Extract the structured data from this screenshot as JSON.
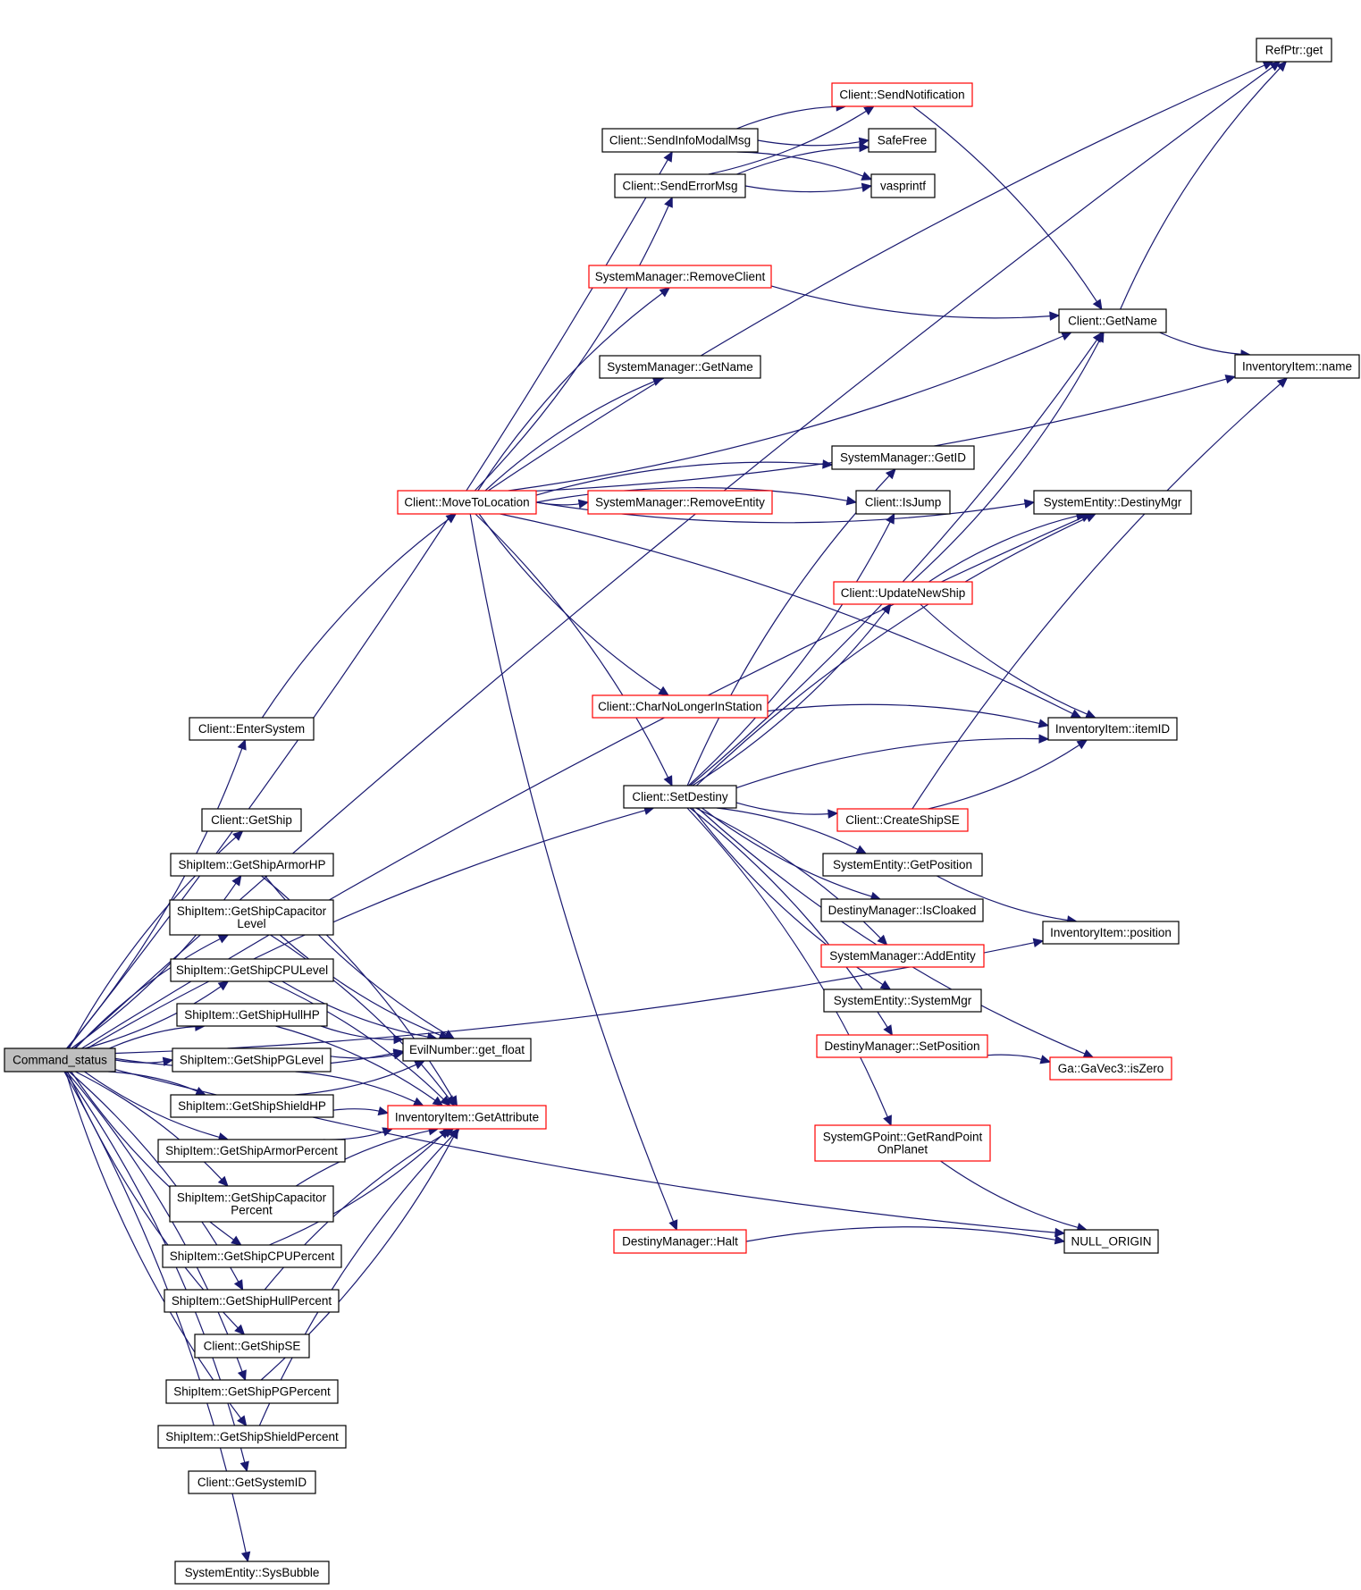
{
  "title": "Command_status call graph",
  "colors": {
    "edge": "#191970",
    "border_normal": "#000000",
    "border_truncated": "#ff0000",
    "root_fill": "#bfbfbf"
  },
  "nodes": [
    {
      "id": "command_status",
      "label": "Command_status",
      "kind": "root"
    },
    {
      "id": "refptr_get",
      "label": "RefPtr::get",
      "kind": "normal"
    },
    {
      "id": "send_notification",
      "label": "Client::SendNotification",
      "kind": "red"
    },
    {
      "id": "send_info_modal",
      "label": "Client::SendInfoModalMsg",
      "kind": "normal"
    },
    {
      "id": "safefree",
      "label": "SafeFree",
      "kind": "normal"
    },
    {
      "id": "send_error",
      "label": "Client::SendErrorMsg",
      "kind": "normal"
    },
    {
      "id": "vasprintf",
      "label": "vasprintf",
      "kind": "normal"
    },
    {
      "id": "sm_remove_client",
      "label": "SystemManager::RemoveClient",
      "kind": "red"
    },
    {
      "id": "client_getname",
      "label": "Client::GetName",
      "kind": "normal"
    },
    {
      "id": "sm_getname",
      "label": "SystemManager::GetName",
      "kind": "normal"
    },
    {
      "id": "inv_name",
      "label": "InventoryItem::name",
      "kind": "normal"
    },
    {
      "id": "sm_getid",
      "label": "SystemManager::GetID",
      "kind": "normal"
    },
    {
      "id": "move_to_location",
      "label": "Client::MoveToLocation",
      "kind": "red"
    },
    {
      "id": "sm_remove_entity",
      "label": "SystemManager::RemoveEntity",
      "kind": "red"
    },
    {
      "id": "is_jump",
      "label": "Client::IsJump",
      "kind": "normal"
    },
    {
      "id": "destiny_mgr",
      "label": "SystemEntity::DestinyMgr",
      "kind": "normal"
    },
    {
      "id": "update_new_ship",
      "label": "Client::UpdateNewShip",
      "kind": "red"
    },
    {
      "id": "char_no_longer",
      "label": "Client::CharNoLongerInStation",
      "kind": "red"
    },
    {
      "id": "inv_itemid",
      "label": "InventoryItem::itemID",
      "kind": "normal"
    },
    {
      "id": "enter_system",
      "label": "Client::EnterSystem",
      "kind": "normal"
    },
    {
      "id": "set_destiny",
      "label": "Client::SetDestiny",
      "kind": "normal"
    },
    {
      "id": "create_ship_se",
      "label": "Client::CreateShipSE",
      "kind": "red"
    },
    {
      "id": "get_ship",
      "label": "Client::GetShip",
      "kind": "normal"
    },
    {
      "id": "se_get_position",
      "label": "SystemEntity::GetPosition",
      "kind": "normal"
    },
    {
      "id": "armor_hp",
      "label": "ShipItem::GetShipArmorHP",
      "kind": "normal"
    },
    {
      "id": "dm_is_cloaked",
      "label": "DestinyManager::IsCloaked",
      "kind": "normal"
    },
    {
      "id": "cap_level",
      "label": "ShipItem::GetShipCapacitor\nLevel",
      "kind": "normal"
    },
    {
      "id": "inv_position",
      "label": "InventoryItem::position",
      "kind": "normal"
    },
    {
      "id": "sm_add_entity",
      "label": "SystemManager::AddEntity",
      "kind": "red"
    },
    {
      "id": "cpu_level",
      "label": "ShipItem::GetShipCPULevel",
      "kind": "normal"
    },
    {
      "id": "se_system_mgr",
      "label": "SystemEntity::SystemMgr",
      "kind": "normal"
    },
    {
      "id": "hull_hp",
      "label": "ShipItem::GetShipHullHP",
      "kind": "normal"
    },
    {
      "id": "get_float",
      "label": "EvilNumber::get_float",
      "kind": "normal"
    },
    {
      "id": "dm_set_position",
      "label": "DestinyManager::SetPosition",
      "kind": "red"
    },
    {
      "id": "pg_level",
      "label": "ShipItem::GetShipPGLevel",
      "kind": "normal"
    },
    {
      "id": "is_zero",
      "label": "Ga::GaVec3::isZero",
      "kind": "red"
    },
    {
      "id": "shield_hp",
      "label": "ShipItem::GetShipShieldHP",
      "kind": "normal"
    },
    {
      "id": "get_attribute",
      "label": "InventoryItem::GetAttribute",
      "kind": "red"
    },
    {
      "id": "armor_percent",
      "label": "ShipItem::GetShipArmorPercent",
      "kind": "normal"
    },
    {
      "id": "rand_point",
      "label": "SystemGPoint::GetRandPoint\nOnPlanet",
      "kind": "red"
    },
    {
      "id": "cap_percent",
      "label": "ShipItem::GetShipCapacitor\nPercent",
      "kind": "normal"
    },
    {
      "id": "dm_halt",
      "label": "DestinyManager::Halt",
      "kind": "red"
    },
    {
      "id": "null_origin",
      "label": "NULL_ORIGIN",
      "kind": "normal"
    },
    {
      "id": "cpu_percent",
      "label": "ShipItem::GetShipCPUPercent",
      "kind": "normal"
    },
    {
      "id": "hull_percent",
      "label": "ShipItem::GetShipHullPercent",
      "kind": "normal"
    },
    {
      "id": "get_ship_se",
      "label": "Client::GetShipSE",
      "kind": "normal"
    },
    {
      "id": "pg_percent",
      "label": "ShipItem::GetShipPGPercent",
      "kind": "normal"
    },
    {
      "id": "shield_percent",
      "label": "ShipItem::GetShipShieldPercent",
      "kind": "normal"
    },
    {
      "id": "get_system_id",
      "label": "Client::GetSystemID",
      "kind": "normal"
    },
    {
      "id": "sys_bubble",
      "label": "SystemEntity::SysBubble",
      "kind": "normal"
    }
  ],
  "edges": [
    [
      "command_status",
      "refptr_get"
    ],
    [
      "command_status",
      "send_info_modal"
    ],
    [
      "command_status",
      "destiny_mgr"
    ],
    [
      "command_status",
      "enter_system"
    ],
    [
      "command_status",
      "set_destiny"
    ],
    [
      "command_status",
      "get_float"
    ],
    [
      "command_status",
      "get_ship"
    ],
    [
      "command_status",
      "armor_hp"
    ],
    [
      "command_status",
      "cap_level"
    ],
    [
      "command_status",
      "cpu_level"
    ],
    [
      "command_status",
      "hull_hp"
    ],
    [
      "command_status",
      "pg_level"
    ],
    [
      "command_status",
      "shield_hp"
    ],
    [
      "command_status",
      "armor_percent"
    ],
    [
      "command_status",
      "cap_percent"
    ],
    [
      "command_status",
      "cpu_percent"
    ],
    [
      "command_status",
      "hull_percent"
    ],
    [
      "command_status",
      "get_ship_se"
    ],
    [
      "command_status",
      "pg_percent"
    ],
    [
      "command_status",
      "shield_percent"
    ],
    [
      "command_status",
      "get_system_id"
    ],
    [
      "command_status",
      "null_origin"
    ],
    [
      "command_status",
      "sys_bubble"
    ],
    [
      "command_status",
      "inv_position"
    ],
    [
      "send_info_modal",
      "send_notification"
    ],
    [
      "send_info_modal",
      "safefree"
    ],
    [
      "send_info_modal",
      "vasprintf"
    ],
    [
      "send_error",
      "send_notification"
    ],
    [
      "send_error",
      "safefree"
    ],
    [
      "send_error",
      "vasprintf"
    ],
    [
      "send_notification",
      "client_getname"
    ],
    [
      "sm_remove_client",
      "client_getname"
    ],
    [
      "client_getname",
      "refptr_get"
    ],
    [
      "client_getname",
      "inv_name"
    ],
    [
      "move_to_location",
      "refptr_get"
    ],
    [
      "move_to_location",
      "send_error"
    ],
    [
      "move_to_location",
      "sm_remove_client"
    ],
    [
      "move_to_location",
      "client_getname"
    ],
    [
      "move_to_location",
      "sm_getname"
    ],
    [
      "move_to_location",
      "inv_name"
    ],
    [
      "move_to_location",
      "sm_getid"
    ],
    [
      "move_to_location",
      "sm_remove_entity"
    ],
    [
      "move_to_location",
      "is_jump"
    ],
    [
      "move_to_location",
      "destiny_mgr"
    ],
    [
      "move_to_location",
      "inv_itemid"
    ],
    [
      "move_to_location",
      "char_no_longer"
    ],
    [
      "move_to_location",
      "set_destiny"
    ],
    [
      "move_to_location",
      "dm_halt"
    ],
    [
      "enter_system",
      "move_to_location"
    ],
    [
      "update_new_ship",
      "client_getname"
    ],
    [
      "update_new_ship",
      "destiny_mgr"
    ],
    [
      "update_new_ship",
      "inv_itemid"
    ],
    [
      "char_no_longer",
      "inv_itemid"
    ],
    [
      "set_destiny",
      "client_getname"
    ],
    [
      "set_destiny",
      "sm_getid"
    ],
    [
      "set_destiny",
      "is_jump"
    ],
    [
      "set_destiny",
      "destiny_mgr"
    ],
    [
      "set_destiny",
      "update_new_ship"
    ],
    [
      "set_destiny",
      "inv_itemid"
    ],
    [
      "set_destiny",
      "create_ship_se"
    ],
    [
      "set_destiny",
      "se_get_position"
    ],
    [
      "set_destiny",
      "dm_is_cloaked"
    ],
    [
      "set_destiny",
      "sm_add_entity"
    ],
    [
      "set_destiny",
      "se_system_mgr"
    ],
    [
      "set_destiny",
      "dm_set_position"
    ],
    [
      "set_destiny",
      "is_zero"
    ],
    [
      "set_destiny",
      "rand_point"
    ],
    [
      "create_ship_se",
      "inv_itemid"
    ],
    [
      "create_ship_se",
      "inv_name"
    ],
    [
      "se_get_position",
      "inv_position"
    ],
    [
      "dm_set_position",
      "is_zero"
    ],
    [
      "rand_point",
      "null_origin"
    ],
    [
      "dm_halt",
      "null_origin"
    ],
    [
      "armor_hp",
      "get_float"
    ],
    [
      "armor_hp",
      "get_attribute"
    ],
    [
      "cap_level",
      "get_float"
    ],
    [
      "cap_level",
      "get_attribute"
    ],
    [
      "cpu_level",
      "get_float"
    ],
    [
      "cpu_level",
      "get_attribute"
    ],
    [
      "hull_hp",
      "get_float"
    ],
    [
      "hull_hp",
      "get_attribute"
    ],
    [
      "pg_level",
      "get_float"
    ],
    [
      "pg_level",
      "get_attribute"
    ],
    [
      "shield_hp",
      "get_float"
    ],
    [
      "shield_hp",
      "get_attribute"
    ],
    [
      "armor_percent",
      "get_attribute"
    ],
    [
      "cap_percent",
      "get_attribute"
    ],
    [
      "cpu_percent",
      "get_attribute"
    ],
    [
      "hull_percent",
      "get_attribute"
    ],
    [
      "pg_percent",
      "get_attribute"
    ],
    [
      "shield_percent",
      "get_attribute"
    ]
  ]
}
